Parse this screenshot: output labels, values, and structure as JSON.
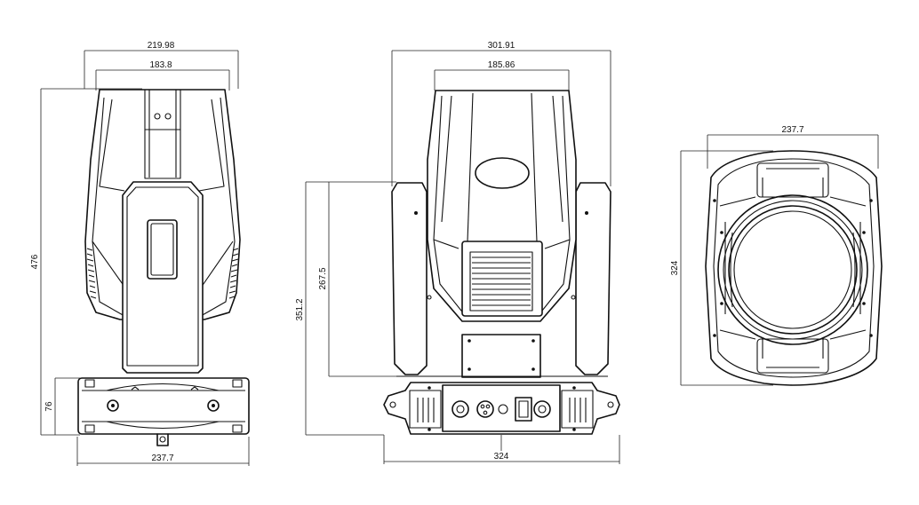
{
  "side_view": {
    "top_outer_width": "219.98",
    "top_inner_width": "183.8",
    "total_height": "476",
    "base_height": "76",
    "base_width": "237.7"
  },
  "front_view": {
    "top_outer_width": "301.91",
    "top_inner_width": "185.86",
    "head_height": "267.5",
    "overall_height": "351.2",
    "base_width": "324"
  },
  "top_view": {
    "width": "237.7",
    "height": "324"
  }
}
